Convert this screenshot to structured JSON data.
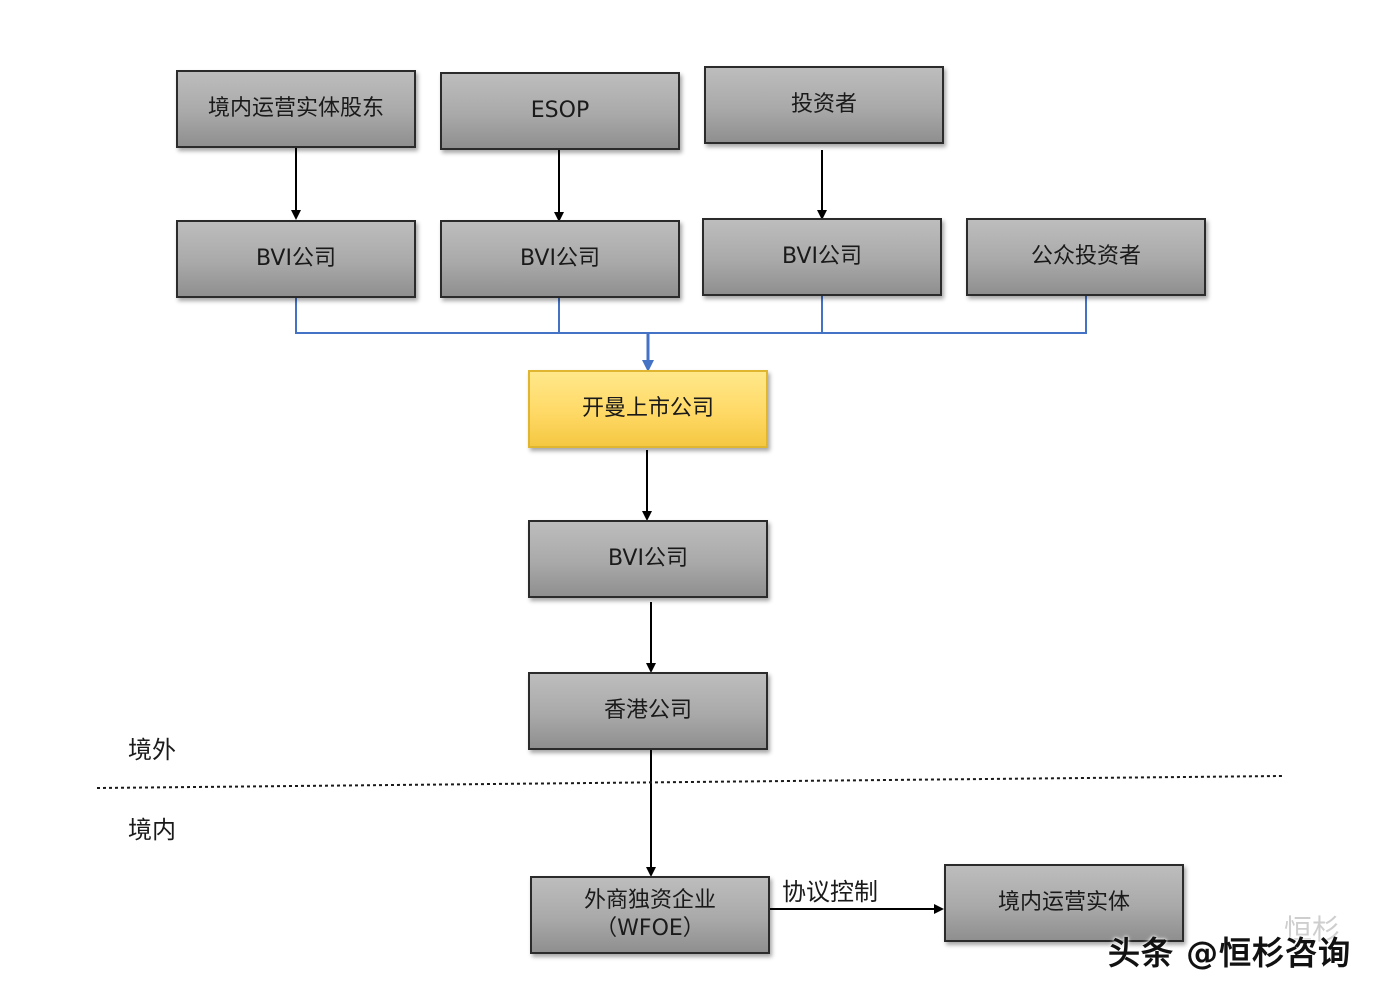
{
  "nodes": {
    "shareholders": "境内运营实体股东",
    "esop": "ESOP",
    "investors": "投资者",
    "bvi_1": "BVI公司",
    "bvi_2": "BVI公司",
    "bvi_3": "BVI公司",
    "public_investors": "公众投资者",
    "listed_company": "开曼上市公司",
    "bvi_sub": "BVI公司",
    "hk_company": "香港公司",
    "wfoe_line1": "外商独资企业",
    "wfoe_line2": "（WFOE）",
    "domestic_entity": "境内运营实体"
  },
  "regions": {
    "offshore": "境外",
    "onshore": "境内"
  },
  "edge_labels": {
    "vie_control": "协议控制"
  },
  "watermark": {
    "text": "头条 @恒杉咨询",
    "faded": "恒杉"
  },
  "colors": {
    "box_fill": "#a9a9a9",
    "highlight_fill": "#ffd966",
    "connector_blue": "#4472c4",
    "arrow_black": "#000000"
  }
}
